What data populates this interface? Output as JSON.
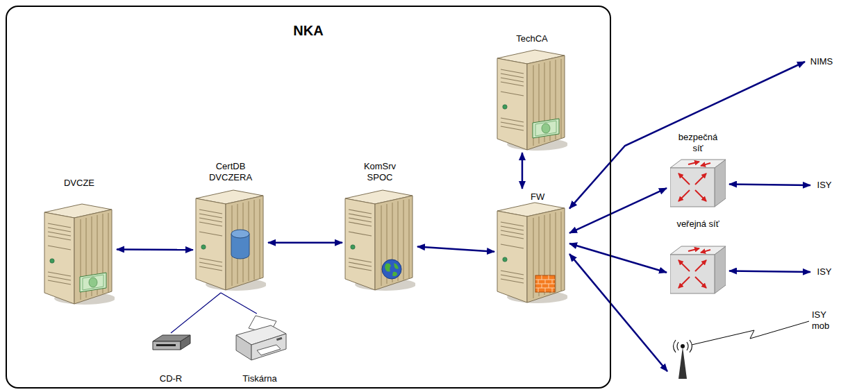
{
  "diagram": {
    "nodes": [
      {
        "text": [
          "NKA"
        ]
      },
      {
        "text": [
          "TechCA"
        ],
        "in": 0
      },
      {
        "text": [
          "DVCZE"
        ],
        "in": 0
      },
      {
        "text": [
          "CertDB DVCZERA"
        ],
        "in": 0
      },
      {
        "text": [
          "KomSrv SPOC"
        ],
        "in": 0
      },
      {
        "text": [
          "FW"
        ],
        "in": 0
      },
      {
        "text": [
          "CD-R"
        ],
        "in": 0
      },
      {
        "text": [
          "Tiskárna"
        ],
        "in": 0
      },
      {
        "text": [
          "NIMS"
        ]
      },
      {
        "text": [
          "bezpečná síť"
        ]
      },
      {
        "text": [
          "ISY"
        ]
      },
      {
        "text": [
          "veřejná síť"
        ]
      },
      {
        "text": [
          "ISY"
        ]
      },
      {
        "text": [
          "ISY mob"
        ]
      }
    ],
    "edges": [
      {
        "from": 2,
        "to": 3,
        "arrow": "both"
      },
      {
        "from": 3,
        "to": 4,
        "arrow": "both"
      },
      {
        "from": 4,
        "to": 5,
        "arrow": "both"
      },
      {
        "from": 1,
        "to": 5,
        "arrow": "both"
      },
      {
        "from": 5,
        "to": 8,
        "arrow": "both"
      },
      {
        "from": 5,
        "to": 9,
        "arrow": "both"
      },
      {
        "from": 9,
        "to": 10,
        "arrow": "both"
      },
      {
        "from": 5,
        "to": 11,
        "arrow": "both"
      },
      {
        "from": 11,
        "to": 12,
        "arrow": "both"
      },
      {
        "from": 5,
        "to": 13,
        "arrow": "both"
      },
      {
        "from": 3,
        "to": 6,
        "arrow": "none"
      },
      {
        "from": 3,
        "to": 7,
        "arrow": "none"
      }
    ]
  }
}
